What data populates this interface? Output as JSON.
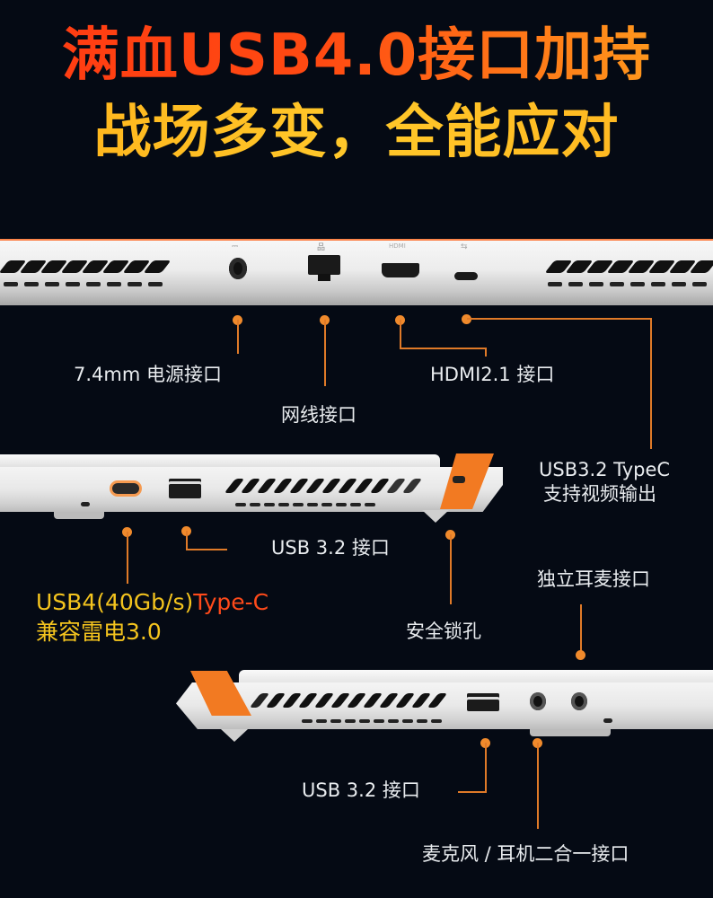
{
  "headline": {
    "line1": "满血USB4.0接口加持",
    "line2": "战场多变，全能应对"
  },
  "back_view": {
    "port_icons": [
      "power-icon",
      "ethernet-icon",
      "hdmi-icon",
      "usb-icon"
    ],
    "port_glyphs": {
      "power": "⎓",
      "ethernet": "品",
      "hdmi": "HDMI",
      "usb": "⇆"
    },
    "callouts": {
      "power": "7.4mm 电源接口",
      "ethernet": "网线接口",
      "hdmi": "HDMI2.1 接口",
      "typec_line1": "USB3.2 TypeC",
      "typec_line2": "支持视频输出"
    }
  },
  "left_view": {
    "callouts": {
      "usb32": "USB 3.2 接口",
      "usb4_part1": "USB4(40Gb/s)",
      "usb4_part2": "Type-C",
      "usb4_line2": "兼容雷电3.0",
      "lock": "安全锁孔"
    }
  },
  "right_view": {
    "callouts": {
      "audio_header": "独立耳麦接口",
      "usb32": "USB 3.2 接口",
      "combo_audio": "麦克风 / 耳机二合一接口"
    }
  },
  "colors": {
    "background": "#050a14",
    "accent_orange": "#f08a2c",
    "headline_red": "#ff3a12",
    "headline_yellow": "#ffc82a",
    "usb4_yellow": "#f4c41e",
    "usb4_red": "#ff4a1a"
  }
}
